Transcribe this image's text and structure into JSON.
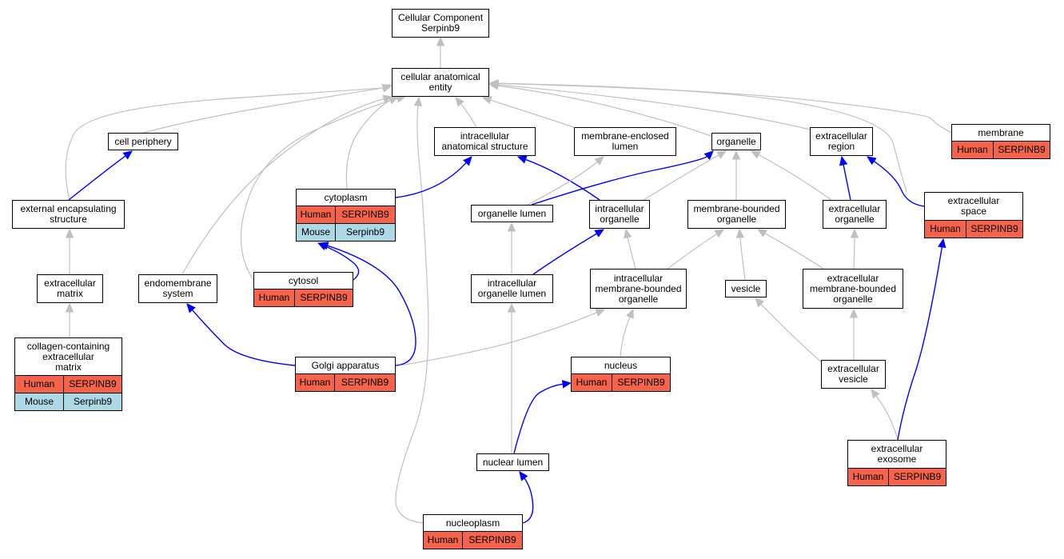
{
  "colors": {
    "blue_edge": "#0000ff",
    "grey_edge": "#c0c0c0",
    "human": "#f5634a",
    "mouse": "#add8e6"
  },
  "nodes": {
    "root": {
      "lines": [
        "Cellular Component",
        "Serpinb9"
      ]
    },
    "cae": {
      "lines": [
        "cellular anatomical",
        "entity"
      ]
    },
    "cell_periphery": {
      "lines": [
        "cell periphery"
      ]
    },
    "intracellular_anatomical": {
      "lines": [
        "intracellular",
        "anatomical structure"
      ]
    },
    "membrane_enclosed_lumen": {
      "lines": [
        "membrane-enclosed",
        "lumen"
      ]
    },
    "organelle": {
      "lines": [
        "organelle"
      ]
    },
    "extracellular_region": {
      "lines": [
        "extracellular",
        "region"
      ]
    },
    "membrane": {
      "lines": [
        "membrane"
      ],
      "rows": [
        {
          "species": "Human",
          "gene": "SERPINB9"
        }
      ]
    },
    "external_encapsulating": {
      "lines": [
        "external encapsulating",
        "structure"
      ]
    },
    "cytoplasm": {
      "lines": [
        "cytoplasm"
      ],
      "rows": [
        {
          "species": "Human",
          "gene": "SERPINB9"
        },
        {
          "species": "Mouse",
          "gene": "Serpinb9"
        }
      ]
    },
    "organelle_lumen": {
      "lines": [
        "organelle lumen"
      ]
    },
    "intracellular_organelle": {
      "lines": [
        "intracellular",
        "organelle"
      ]
    },
    "membrane_bounded_organelle": {
      "lines": [
        "membrane-bounded",
        "organelle"
      ]
    },
    "extracellular_organelle": {
      "lines": [
        "extracellular",
        "organelle"
      ]
    },
    "extracellular_space": {
      "lines": [
        "extracellular",
        "space"
      ],
      "rows": [
        {
          "species": "Human",
          "gene": "SERPINB9"
        }
      ]
    },
    "extracellular_matrix": {
      "lines": [
        "extracellular",
        "matrix"
      ]
    },
    "endomembrane_system": {
      "lines": [
        "endomembrane",
        "system"
      ]
    },
    "cytosol": {
      "lines": [
        "cytosol"
      ],
      "rows": [
        {
          "species": "Human",
          "gene": "SERPINB9"
        }
      ]
    },
    "intracellular_organelle_lumen": {
      "lines": [
        "intracellular",
        "organelle lumen"
      ]
    },
    "intracellular_mbo": {
      "lines": [
        "intracellular",
        "membrane-bounded",
        "organelle"
      ]
    },
    "vesicle": {
      "lines": [
        "vesicle"
      ]
    },
    "extracellular_mbo": {
      "lines": [
        "extracellular",
        "membrane-bounded",
        "organelle"
      ]
    },
    "collagen_ecm": {
      "lines": [
        "collagen-containing",
        "extracellular",
        "matrix"
      ],
      "rows": [
        {
          "species": "Human",
          "gene": "SERPINB9"
        },
        {
          "species": "Mouse",
          "gene": "Serpinb9"
        }
      ]
    },
    "golgi": {
      "lines": [
        "Golgi apparatus"
      ],
      "rows": [
        {
          "species": "Human",
          "gene": "SERPINB9"
        }
      ]
    },
    "nucleus": {
      "lines": [
        "nucleus"
      ],
      "rows": [
        {
          "species": "Human",
          "gene": "SERPINB9"
        }
      ]
    },
    "extracellular_vesicle": {
      "lines": [
        "extracellular",
        "vesicle"
      ]
    },
    "nuclear_lumen": {
      "lines": [
        "nuclear lumen"
      ]
    },
    "extracellular_exosome": {
      "lines": [
        "extracellular",
        "exosome"
      ],
      "rows": [
        {
          "species": "Human",
          "gene": "SERPINB9"
        }
      ]
    },
    "nucleoplasm": {
      "lines": [
        "nucleoplasm"
      ],
      "rows": [
        {
          "species": "Human",
          "gene": "SERPINB9"
        }
      ]
    }
  },
  "edges": [
    {
      "from": "cae",
      "to": "root",
      "kind": "grey"
    },
    {
      "from": "cell_periphery",
      "to": "cae",
      "kind": "grey"
    },
    {
      "from": "intracellular_anatomical",
      "to": "cae",
      "kind": "grey"
    },
    {
      "from": "membrane_enclosed_lumen",
      "to": "cae",
      "kind": "grey"
    },
    {
      "from": "organelle",
      "to": "cae",
      "kind": "grey"
    },
    {
      "from": "extracellular_region",
      "to": "cae",
      "kind": "grey"
    },
    {
      "from": "membrane",
      "to": "cae",
      "kind": "grey"
    },
    {
      "from": "external_encapsulating",
      "to": "cae",
      "kind": "grey"
    },
    {
      "from": "cytoplasm",
      "to": "cae",
      "kind": "grey"
    },
    {
      "from": "endomembrane_system",
      "to": "cae",
      "kind": "grey"
    },
    {
      "from": "cytosol",
      "to": "cae",
      "kind": "grey"
    },
    {
      "from": "nucleoplasm",
      "to": "cae",
      "kind": "grey"
    },
    {
      "from": "extracellular_space",
      "to": "cae",
      "kind": "grey"
    },
    {
      "from": "external_encapsulating",
      "to": "cell_periphery",
      "kind": "blue"
    },
    {
      "from": "extracellular_matrix",
      "to": "external_encapsulating",
      "kind": "grey"
    },
    {
      "from": "collagen_ecm",
      "to": "extracellular_matrix",
      "kind": "grey"
    },
    {
      "from": "cytoplasm",
      "to": "intracellular_anatomical",
      "kind": "blue"
    },
    {
      "from": "intracellular_organelle",
      "to": "intracellular_anatomical",
      "kind": "blue"
    },
    {
      "from": "organelle_lumen",
      "to": "membrane_enclosed_lumen",
      "kind": "grey"
    },
    {
      "from": "organelle_lumen",
      "to": "organelle",
      "kind": "blue"
    },
    {
      "from": "intracellular_organelle",
      "to": "organelle",
      "kind": "grey"
    },
    {
      "from": "membrane_bounded_organelle",
      "to": "organelle",
      "kind": "grey"
    },
    {
      "from": "extracellular_organelle",
      "to": "organelle",
      "kind": "grey"
    },
    {
      "from": "extracellular_organelle",
      "to": "extracellular_region",
      "kind": "blue"
    },
    {
      "from": "extracellular_space",
      "to": "extracellular_region",
      "kind": "blue"
    },
    {
      "from": "intracellular_organelle_lumen",
      "to": "organelle_lumen",
      "kind": "grey"
    },
    {
      "from": "intracellular_organelle_lumen",
      "to": "intracellular_organelle",
      "kind": "blue"
    },
    {
      "from": "intracellular_mbo",
      "to": "intracellular_organelle",
      "kind": "grey"
    },
    {
      "from": "intracellular_mbo",
      "to": "membrane_bounded_organelle",
      "kind": "grey"
    },
    {
      "from": "vesicle",
      "to": "membrane_bounded_organelle",
      "kind": "grey"
    },
    {
      "from": "extracellular_mbo",
      "to": "membrane_bounded_organelle",
      "kind": "grey"
    },
    {
      "from": "extracellular_mbo",
      "to": "extracellular_organelle",
      "kind": "grey"
    },
    {
      "from": "cytosol",
      "to": "cytoplasm",
      "kind": "blue"
    },
    {
      "from": "golgi",
      "to": "cytoplasm",
      "kind": "blue"
    },
    {
      "from": "golgi",
      "to": "endomembrane_system",
      "kind": "blue"
    },
    {
      "from": "golgi",
      "to": "intracellular_mbo",
      "kind": "grey"
    },
    {
      "from": "nucleus",
      "to": "intracellular_mbo",
      "kind": "grey"
    },
    {
      "from": "nuclear_lumen",
      "to": "intracellular_organelle_lumen",
      "kind": "grey"
    },
    {
      "from": "nuclear_lumen",
      "to": "nucleus",
      "kind": "blue"
    },
    {
      "from": "nucleoplasm",
      "to": "nuclear_lumen",
      "kind": "blue"
    },
    {
      "from": "extracellular_vesicle",
      "to": "vesicle",
      "kind": "grey"
    },
    {
      "from": "extracellular_vesicle",
      "to": "extracellular_mbo",
      "kind": "grey"
    },
    {
      "from": "extracellular_exosome",
      "to": "extracellular_vesicle",
      "kind": "grey"
    },
    {
      "from": "extracellular_exosome",
      "to": "extracellular_space",
      "kind": "blue"
    }
  ]
}
